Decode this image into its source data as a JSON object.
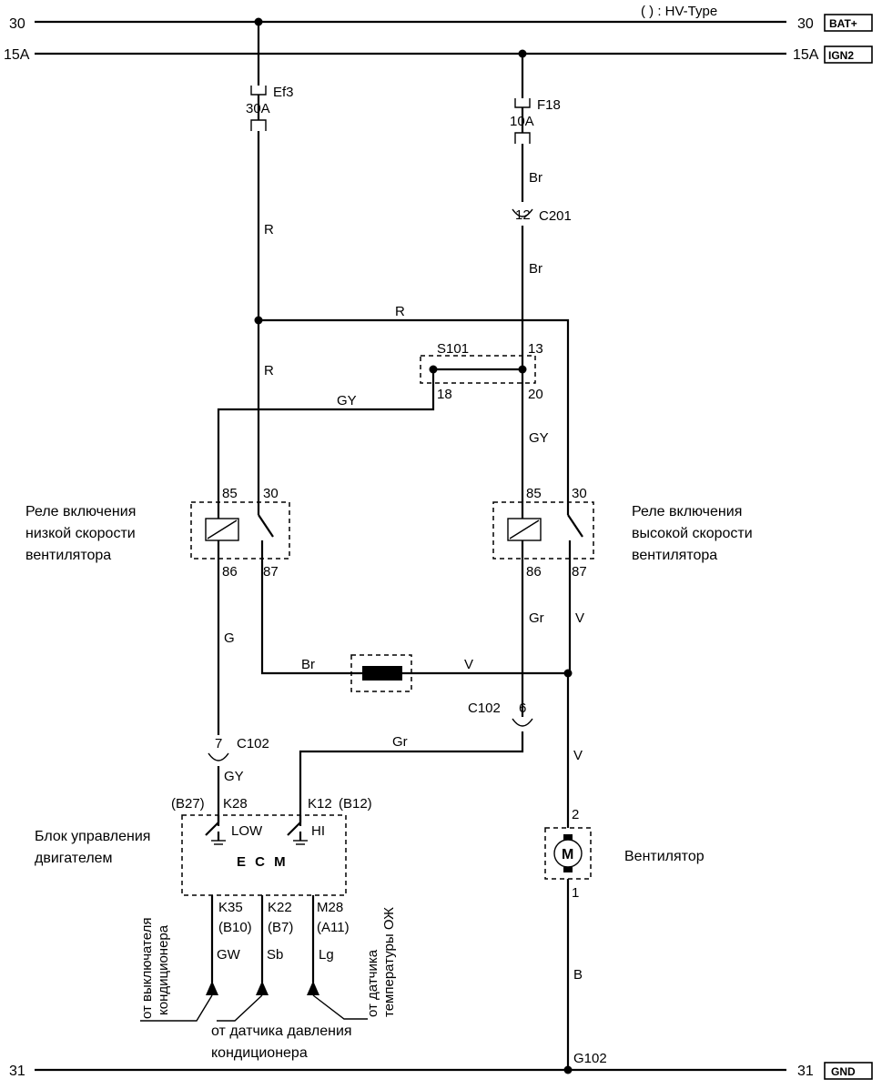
{
  "header": {
    "hv_note": "(  ) : HV-Type"
  },
  "rails": {
    "r30_left": "30",
    "r30_right": "30",
    "bat_tag": "BAT+",
    "r15_left": "15A",
    "r15_right": "15A",
    "ign_tag": "IGN2",
    "r31_left": "31",
    "r31_right": "31",
    "gnd_tag": "GND"
  },
  "fuses": {
    "ef3_name": "Ef3",
    "ef3_rating": "30A",
    "f18_name": "F18",
    "f18_rating": "10A"
  },
  "connectors": {
    "c201_pin": "12",
    "c201_name": "C201",
    "s101_name": "S101",
    "s101_pin13": "13",
    "s101_pin18": "18",
    "s101_pin20": "20",
    "c102_pin6": "6",
    "c102_name_right": "C102",
    "c102_pin7": "7",
    "c102_name_left": "C102",
    "g102_name": "G102",
    "motor_pin2": "2",
    "motor_pin1": "1"
  },
  "wires": {
    "r_ef3": "R",
    "br_f18": "Br",
    "br_c201": "Br",
    "r_top": "R",
    "r_left": "R",
    "gy_s101": "GY",
    "gy_right": "GY",
    "g_low": "G",
    "br_res": "Br",
    "v_res": "V",
    "gr_right": "Gr",
    "v_right": "V",
    "gr_ecm": "Gr",
    "v_motor": "V",
    "gy_ecm": "GY",
    "b_motor": "B",
    "gw_in": "GW",
    "sb_in": "Sb",
    "lg_in": "Lg"
  },
  "relay_low": {
    "title_line1": "Реле включения",
    "title_line2": "низкой скорости",
    "title_line3": "вентилятора",
    "pin85": "85",
    "pin30": "30",
    "pin86": "86",
    "pin87": "87"
  },
  "relay_high": {
    "title_line1": "Реле включения",
    "title_line2": "высокой скорости",
    "title_line3": "вентилятора",
    "pin85": "85",
    "pin30": "30",
    "pin86": "86",
    "pin87": "87"
  },
  "ecm": {
    "title_line1": "Блок управления",
    "title_line2": "двигателем",
    "name": "E C M",
    "low_label": "LOW",
    "hi_label": "HI",
    "k28": "K28",
    "b27": "(B27)",
    "k12": "K12",
    "b12": "(B12)",
    "k35": "K35",
    "b10": "(B10)",
    "k22": "K22",
    "b7": "(B7)",
    "m28": "M28",
    "a11": "(A11)"
  },
  "motor": {
    "title": "Вентилятор",
    "symbol": "M"
  },
  "inputs": {
    "ac_switch_line1": "от выключателя",
    "ac_switch_line2": "кондиционера",
    "ac_pressure_line1": "от датчика давления",
    "ac_pressure_line2": "кондиционера",
    "coolant_line1": "от датчика",
    "coolant_line2": "температуры ОЖ"
  }
}
